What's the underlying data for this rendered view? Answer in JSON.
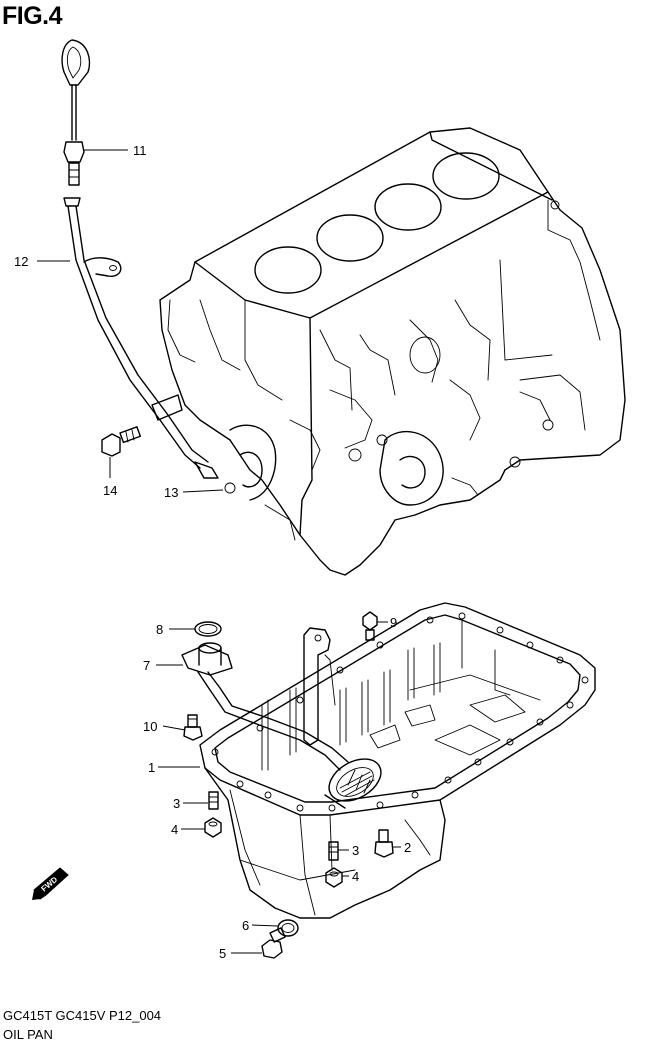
{
  "figure_title": "FIG.4",
  "footer": {
    "models": "GC415T GC415V P12_004",
    "section": "OIL PAN"
  },
  "fwd_label": "FWD",
  "callouts": [
    {
      "id": "11",
      "text": "11"
    },
    {
      "id": "12",
      "text": "12"
    },
    {
      "id": "14",
      "text": "14"
    },
    {
      "id": "13",
      "text": "13"
    },
    {
      "id": "8",
      "text": "8"
    },
    {
      "id": "9",
      "text": "9"
    },
    {
      "id": "7",
      "text": "7"
    },
    {
      "id": "10",
      "text": "10"
    },
    {
      "id": "1",
      "text": "1"
    },
    {
      "id": "3a",
      "text": "3"
    },
    {
      "id": "4a",
      "text": "4"
    },
    {
      "id": "3b",
      "text": "3"
    },
    {
      "id": "2",
      "text": "2"
    },
    {
      "id": "4b",
      "text": "4"
    },
    {
      "id": "6",
      "text": "6"
    },
    {
      "id": "5",
      "text": "5"
    }
  ]
}
